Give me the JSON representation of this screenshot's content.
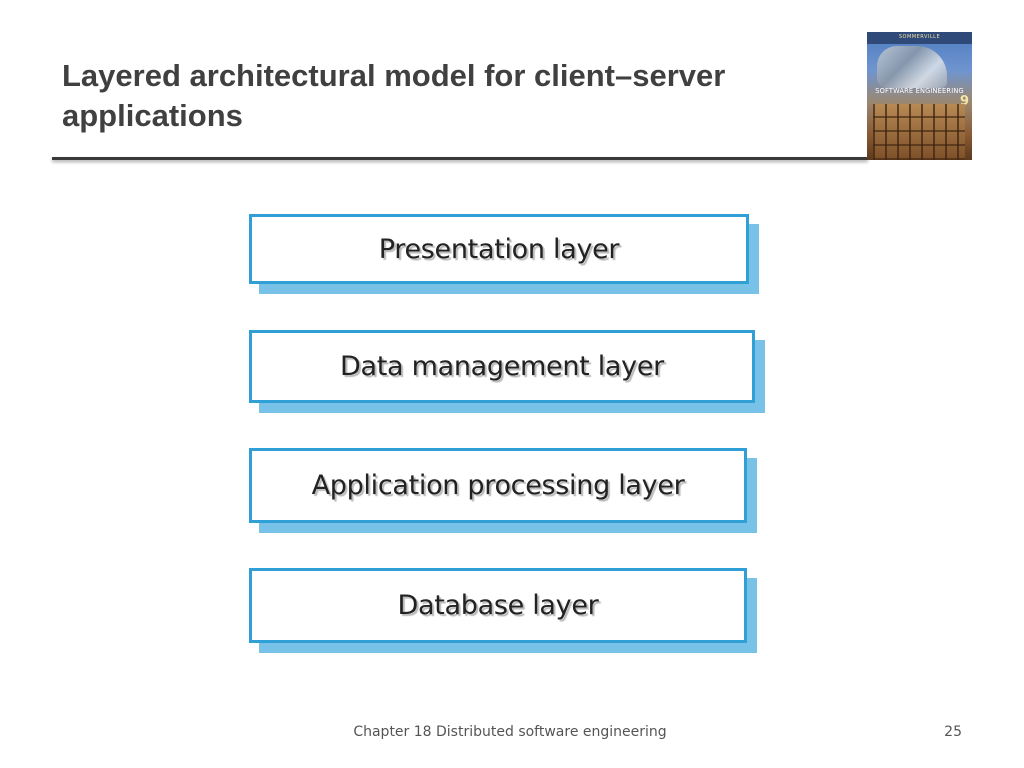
{
  "slide": {
    "title": "Layered architectural model for client–server applications"
  },
  "book_cover": {
    "author": "SOMMERVILLE",
    "title": "SOFTWARE ENGINEERING",
    "edition": "9"
  },
  "diagram": {
    "layers": [
      {
        "label": "Presentation layer"
      },
      {
        "label": "Data management layer"
      },
      {
        "label": "Application processing layer"
      },
      {
        "label": "Database layer"
      }
    ],
    "colors": {
      "border": "#2f9fd6",
      "shadow": "#78c2e8"
    }
  },
  "footer": {
    "text": "Chapter 18 Distributed software engineering",
    "page_number": "25"
  }
}
